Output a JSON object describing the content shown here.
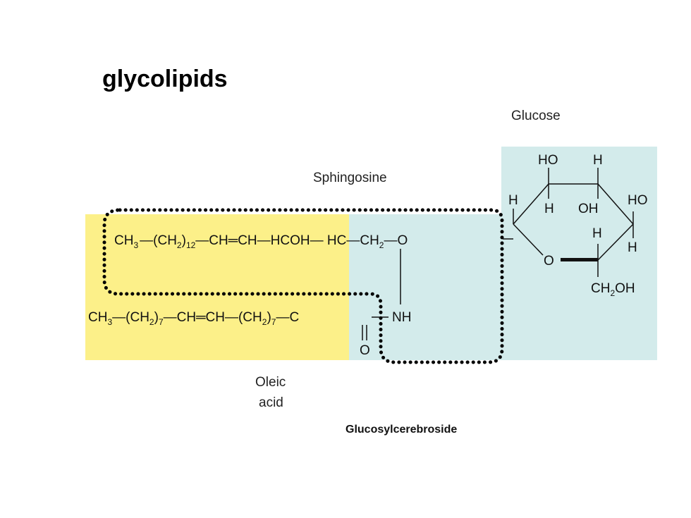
{
  "slide_title": "glycolipids",
  "labels": {
    "glucose": "Glucose",
    "sphingosine": "Sphingosine",
    "oleic_line1": "Oleic",
    "oleic_line2": "acid",
    "molecule_name": "Glucosylcerebroside"
  },
  "colors": {
    "fatty_region": "#fcf089",
    "polar_region": "#d3ebeb"
  },
  "sphingosine_chain": {
    "ch3": "CH",
    "ch3_sub": "3",
    "ch2_group": "(CH",
    "ch2_group_sub": "2",
    "ch2_close": ")",
    "ch2_count": "12",
    "ch_double": "CH═CH",
    "hcoh": "HCOH",
    "hc": "HC",
    "ch2": "CH",
    "ch2_sub": "2",
    "o": "O"
  },
  "oleic_chain": {
    "ch3": "CH",
    "ch3_sub": "3",
    "ch2_group": "(CH",
    "ch2_group_sub": "2",
    "ch2_close": ")",
    "ch2_count": "7",
    "ch_double": "CH═CH",
    "c": "C",
    "carbonyl_o": "O",
    "nh": "NH"
  },
  "glucose_ring": {
    "ho_top": "HO",
    "h_top": "H",
    "h_c4": "H",
    "h_c3": "H",
    "oh_c3": "OH",
    "ho_c2": "HO",
    "h_c2": "H",
    "h_c1": "H",
    "ring_o": "O",
    "ch2oh": "CH",
    "ch2oh_sub": "2",
    "ch2oh_end": "OH"
  }
}
